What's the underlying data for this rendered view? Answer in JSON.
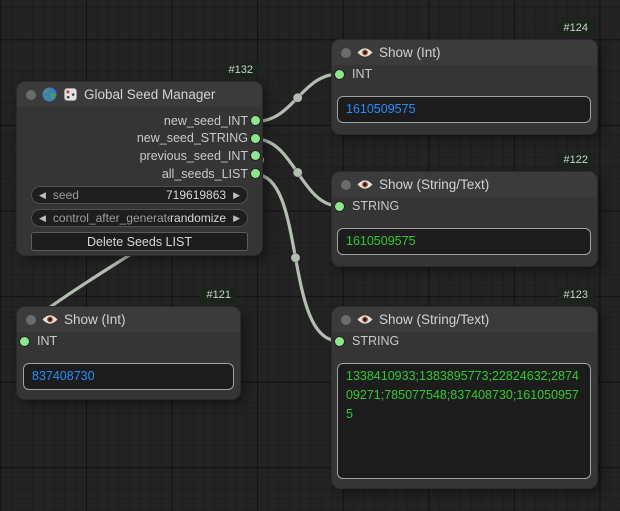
{
  "colors": {
    "canvas_bg": "#232323",
    "node_body": "#353535",
    "node_title": "#3b3b3b",
    "widget_bg": "#1e1e1e",
    "value_box_bg": "#1c1c1c",
    "slot_green": "#8ce88c",
    "link": "#b2bfb0",
    "int_blue": "#1e90ff",
    "string_green": "#2ecc2e",
    "badge_bg": "#19241b",
    "badge_text": "#ccd3cc"
  },
  "nodes": {
    "seed_manager": {
      "badge": "#132",
      "title": "Global Seed Manager",
      "outputs": [
        "new_seed_INT",
        "new_seed_STRING",
        "previous_seed_INT",
        "all_seeds_LIST"
      ],
      "widgets": [
        {
          "label": "seed",
          "value": "719619863"
        },
        {
          "label": "control_after_generate",
          "value": "randomize"
        }
      ],
      "button_label": "Delete Seeds LIST"
    },
    "show_int_top": {
      "badge": "#124",
      "title": "Show (Int)",
      "input": "INT",
      "value": "1610509575"
    },
    "show_string_mid": {
      "badge": "#122",
      "title": "Show (String/Text)",
      "input": "STRING",
      "value": "1610509575"
    },
    "show_int_bottom": {
      "badge": "#121",
      "title": "Show (Int)",
      "input": "INT",
      "value": "837408730"
    },
    "show_string_bottom": {
      "badge": "#123",
      "title": "Show (String/Text)",
      "input": "STRING",
      "value": "1338410933;1383895773;22824632;287409271;785077548;837408730;1610509575"
    }
  }
}
